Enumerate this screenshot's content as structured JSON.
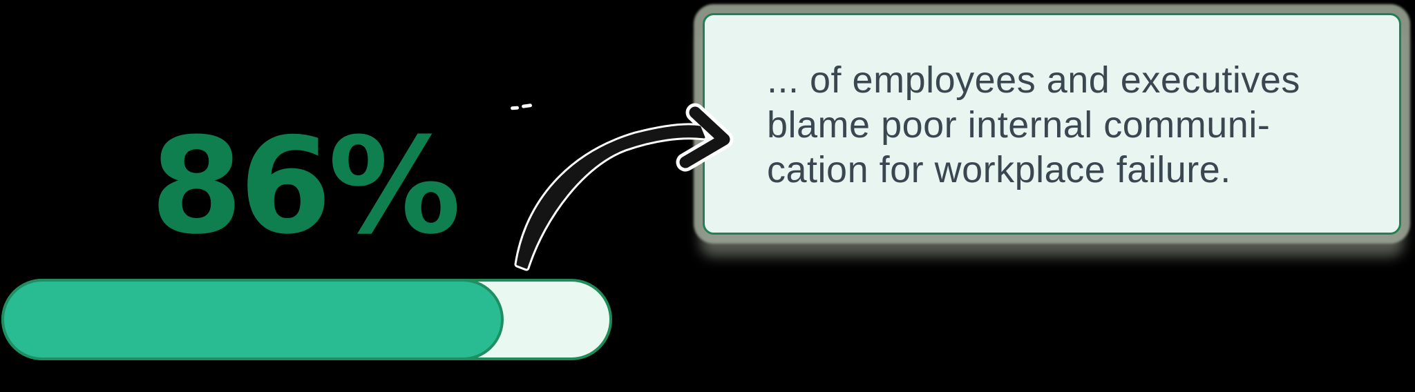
{
  "stat": {
    "value": "86%",
    "percent": 86,
    "color": "#0f7f4f"
  },
  "progress_bar": {
    "percent": 86,
    "fill_color": "#29bc92",
    "track_color": "#eaf8f2",
    "border_color": "#1e8b59"
  },
  "arrow": {
    "icon": "curved-arrow-icon",
    "color": "#141414"
  },
  "callout": {
    "background_color": "#e8f5f0",
    "border_color": "#1f8052",
    "shadow_color": "#99a294",
    "text_color": "#3a4650",
    "lines": [
      "... of employees and executives",
      "blame poor internal communi-",
      "cation for workplace failure."
    ],
    "full_text": "... of employees and executives blame poor internal communication for workplace failure."
  },
  "chart_data": {
    "type": "bar",
    "categories": [
      "employees and executives who blame poor internal communication for workplace failure"
    ],
    "values": [
      86
    ],
    "title": "86%",
    "xlabel": "",
    "ylabel": "",
    "unit": "%",
    "xlim": [
      0,
      100
    ],
    "legend": false,
    "grid": false
  }
}
